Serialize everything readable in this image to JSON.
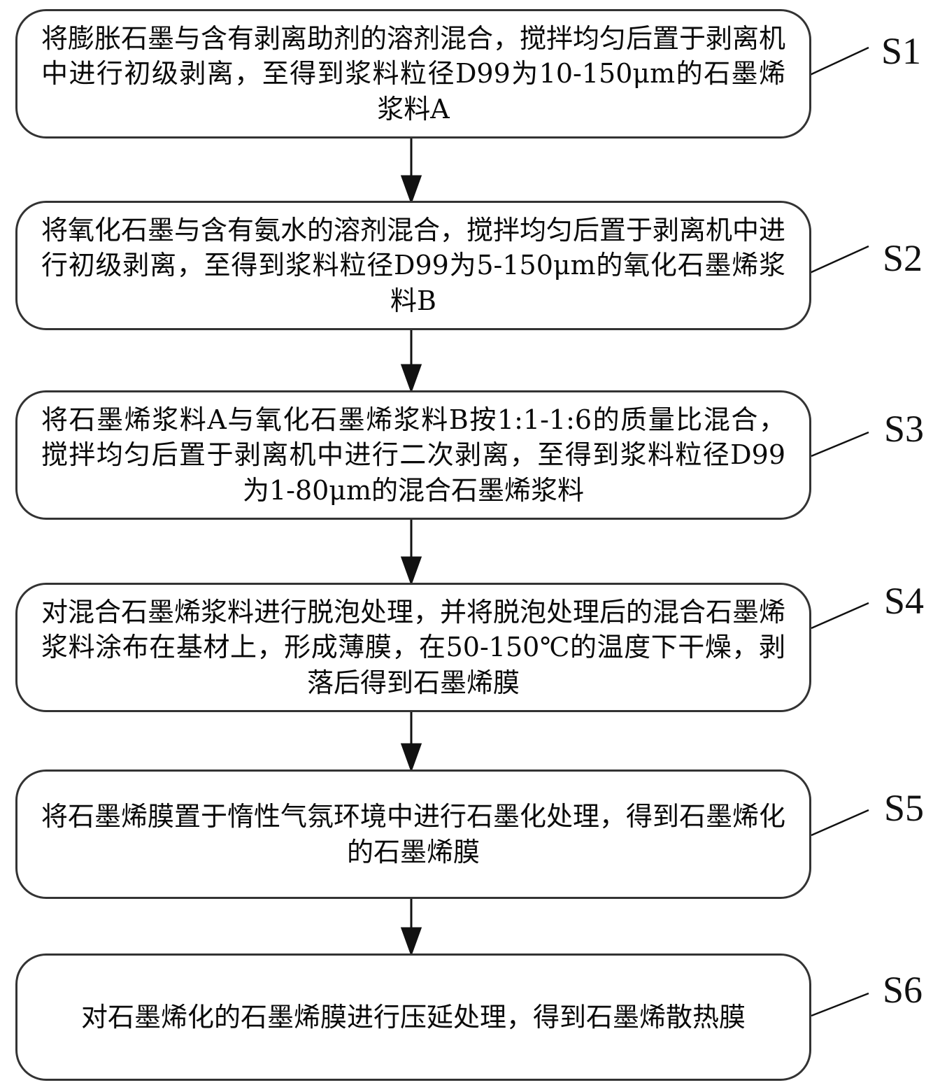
{
  "figure": {
    "type": "process-flowchart",
    "background_color": "#ffffff",
    "box_border_color": "#333333",
    "text_color": "#0a0a0a",
    "connector_color": "#111111"
  },
  "steps": [
    {
      "label": "S1",
      "text": "将膨胀石墨与含有剥离助剂的溶剂混合，搅拌均匀后置于剥离机中进行初级剥离，至得到浆料粒径D99为10-150μm的石墨烯浆料A"
    },
    {
      "label": "S2",
      "text": "将氧化石墨与含有氨水的溶剂混合，搅拌均匀后置于剥离机中进行初级剥离，至得到浆料粒径D99为5-150μm的氧化石墨烯浆料B"
    },
    {
      "label": "S3",
      "text": "将石墨烯浆料A与氧化石墨烯浆料B按1:1-1:6的质量比混合，搅拌均匀后置于剥离机中进行二次剥离，至得到浆料粒径D99为1-80μm的混合石墨烯浆料"
    },
    {
      "label": "S4",
      "text": "对混合石墨烯浆料进行脱泡处理，并将脱泡处理后的混合石墨烯浆料涂布在基材上，形成薄膜，在50-150℃的温度下干燥，剥落后得到石墨烯膜"
    },
    {
      "label": "S5",
      "text": "将石墨烯膜置于惰性气氛环境中进行石墨化处理，得到石墨烯化的石墨烯膜"
    },
    {
      "label": "S6",
      "text": "对石墨烯化的石墨烯膜进行压延处理，得到石墨烯散热膜"
    }
  ]
}
